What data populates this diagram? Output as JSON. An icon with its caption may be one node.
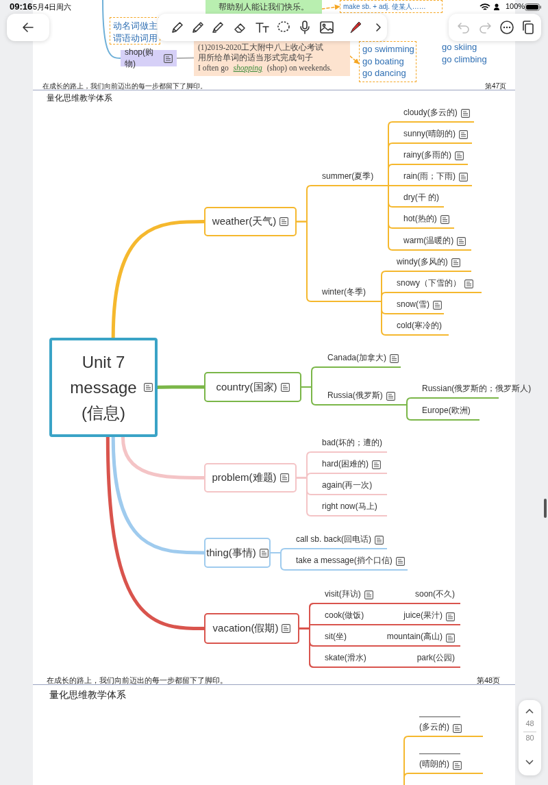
{
  "diagram": {
    "nodes": [
      {
        "text": [
          "帮助别人能让我们快乐。"
        ]
      },
      {
        "text": [
          "make sb. + adj. 使某人……"
        ]
      },
      {
        "text": [
          "动名词做主谓语动词用"
        ]
      },
      {
        "text": [
          "shop(购物)"
        ]
      },
      {
        "text": [
          "(1)2019-2020工大附中八上收心考试",
          "用所给单词的适当形式完成句子",
          "I often go *shopping* (shop) on weekends."
        ]
      },
      {
        "text": [
          "go swimming go boating go dancing"
        ]
      },
      {
        "text": [
          "Unit 7 message (信息)"
        ]
      },
      {
        "text": [
          "weather(天气)"
        ]
      },
      {
        "text": [
          "summer(夏季)"
        ]
      },
      {
        "text": [
          "cloudy(多云的)"
        ]
      },
      {
        "text": [
          "sunny(晴朗的)"
        ]
      },
      {
        "text": [
          "rainy(多雨的)"
        ]
      },
      {
        "text": [
          "rain(雨；下雨)"
        ]
      },
      {
        "text": [
          "dry(干 的)"
        ]
      },
      {
        "text": [
          "hot(热的)"
        ]
      },
      {
        "text": [
          "warm(温暖的)"
        ]
      },
      {
        "text": [
          "winter(冬季)"
        ]
      },
      {
        "text": [
          "windy(多风的)"
        ]
      },
      {
        "text": [
          "snowy（下雪的）"
        ]
      },
      {
        "text": [
          "snow(雪)"
        ]
      },
      {
        "text": [
          "cold(寒冷的)"
        ]
      },
      {
        "text": [
          "country(国家)"
        ]
      },
      {
        "text": [
          "Canada(加拿大)"
        ]
      },
      {
        "text": [
          "Russia(俄罗斯)"
        ]
      },
      {
        "text": [
          "Russian(俄罗斯的；俄罗斯人)"
        ]
      },
      {
        "text": [
          "Europe(欧洲)"
        ]
      },
      {
        "text": [
          "problem(难题)"
        ]
      },
      {
        "text": [
          "bad(坏的；遭的)"
        ]
      },
      {
        "text": [
          "hard(困难的)"
        ]
      },
      {
        "text": [
          "again(再一次)"
        ]
      },
      {
        "text": [
          "right now(马上)"
        ]
      },
      {
        "text": [
          "thing(事情)"
        ]
      },
      {
        "text": [
          "call sb. back(回电话)"
        ]
      },
      {
        "text": [
          "take a message(捎个口信)"
        ]
      },
      {
        "text": [
          "vacation(假期)"
        ]
      },
      {
        "text": [
          "visit(拜访)"
        ]
      },
      {
        "text": [
          "soon(不久)"
        ]
      },
      {
        "text": [
          "cook(做饭)"
        ]
      },
      {
        "text": [
          "juice(果汁)"
        ]
      },
      {
        "text": [
          "sit(坐)"
        ]
      },
      {
        "text": [
          "mountain(高山)"
        ]
      },
      {
        "text": [
          "skate(滑水)"
        ]
      },
      {
        "text": [
          "park(公园)"
        ]
      },
      {
        "text": [
          "(多云的)"
        ]
      },
      {
        "text": [
          "(晴朗的)"
        ]
      }
    ],
    "edges": [
      {
        "from": null,
        "to": 3,
        "arrow": "none",
        "color": "#6fb0d8"
      },
      {
        "from": 0,
        "to": 1,
        "arrow": "to",
        "style": "dashed",
        "color": "#f5a623"
      },
      {
        "from": 3,
        "to": 4,
        "arrow": "none",
        "color": "#b0b0b0"
      },
      {
        "from": 4,
        "to": 5,
        "arrow": "to",
        "style": "dashed",
        "color": "#f5a623"
      },
      {
        "from": 6,
        "to": 7,
        "arrow": "none",
        "style": "thick"
      },
      {
        "from": 7,
        "to": 8,
        "arrow": "none"
      },
      {
        "from": 8,
        "to": 9,
        "arrow": "none"
      },
      {
        "from": 8,
        "to": 10,
        "arrow": "none"
      },
      {
        "from": 8,
        "to": 11,
        "arrow": "none"
      },
      {
        "from": 8,
        "to": 12,
        "arrow": "none"
      },
      {
        "from": 8,
        "to": 13,
        "arrow": "none"
      },
      {
        "from": 8,
        "to": 14,
        "arrow": "none"
      },
      {
        "from": 8,
        "to": 15,
        "arrow": "none"
      },
      {
        "from": 7,
        "to": 16,
        "arrow": "none"
      },
      {
        "from": 16,
        "to": 17,
        "arrow": "none"
      },
      {
        "from": 16,
        "to": 18,
        "arrow": "none"
      },
      {
        "from": 16,
        "to": 19,
        "arrow": "none"
      },
      {
        "from": 16,
        "to": 20,
        "arrow": "none"
      },
      {
        "from": 6,
        "to": 21,
        "arrow": "none",
        "style": "thick",
        "color": "#7ab648"
      },
      {
        "from": 21,
        "to": 22,
        "arrow": "none",
        "color": "#7ab648"
      },
      {
        "from": 21,
        "to": 23,
        "arrow": "none",
        "color": "#7ab648"
      },
      {
        "from": 23,
        "to": 24,
        "arrow": "none",
        "color": "#7ab648"
      },
      {
        "from": 23,
        "to": 25,
        "arrow": "none",
        "color": "#7ab648"
      },
      {
        "from": 6,
        "to": 26,
        "arrow": "none",
        "style": "thick",
        "color": "#f4c4c6"
      },
      {
        "from": 26,
        "to": 27,
        "arrow": "none",
        "color": "#f4c4c6"
      },
      {
        "from": 26,
        "to": 28,
        "arrow": "none",
        "color": "#f4c4c6"
      },
      {
        "from": 26,
        "to": 29,
        "arrow": "none",
        "color": "#f4c4c6"
      },
      {
        "from": 26,
        "to": 30,
        "arrow": "none",
        "color": "#f4c4c6"
      },
      {
        "from": 6,
        "to": 31,
        "arrow": "none",
        "style": "thick",
        "color": "#9fcbee"
      },
      {
        "from": 31,
        "to": 32,
        "arrow": "none",
        "color": "#9fcbee"
      },
      {
        "from": 31,
        "to": 33,
        "arrow": "none",
        "color": "#9fcbee"
      },
      {
        "from": 6,
        "to": 34,
        "arrow": "none",
        "style": "thick",
        "color": "#d9544d"
      },
      {
        "from": 34,
        "to": 35,
        "arrow": "none",
        "color": "#d9544d"
      },
      {
        "from": 34,
        "to": 36,
        "arrow": "none",
        "color": "#d9544d"
      },
      {
        "from": 34,
        "to": 37,
        "arrow": "none",
        "color": "#d9544d"
      },
      {
        "from": 34,
        "to": 38,
        "arrow": "none",
        "color": "#d9544d"
      },
      {
        "from": 34,
        "to": 39,
        "arrow": "none",
        "color": "#d9544d"
      },
      {
        "from": 34,
        "to": 40,
        "arrow": "none",
        "color": "#d9544d"
      },
      {
        "from": 34,
        "to": 41,
        "arrow": "none",
        "color": "#d9544d"
      },
      {
        "from": 34,
        "to": 42,
        "arrow": "none",
        "color": "#d9544d"
      },
      {
        "from": null,
        "to": 43,
        "arrow": "none"
      },
      {
        "from": null,
        "to": 44,
        "arrow": "none"
      }
    ],
    "labels": [
      "09:16",
      "5月4日周六",
      "100%",
      "go skiing",
      "go climbing",
      "在成长的路上，我们向前迈出的每一步都留下了脚印。",
      "第47页",
      "量化思维教学体系",
      "在成长的路上，我们向前迈出的每一步都留下了脚印。",
      "第48页",
      "量化思维教学体系",
      "48",
      "80"
    ]
  }
}
